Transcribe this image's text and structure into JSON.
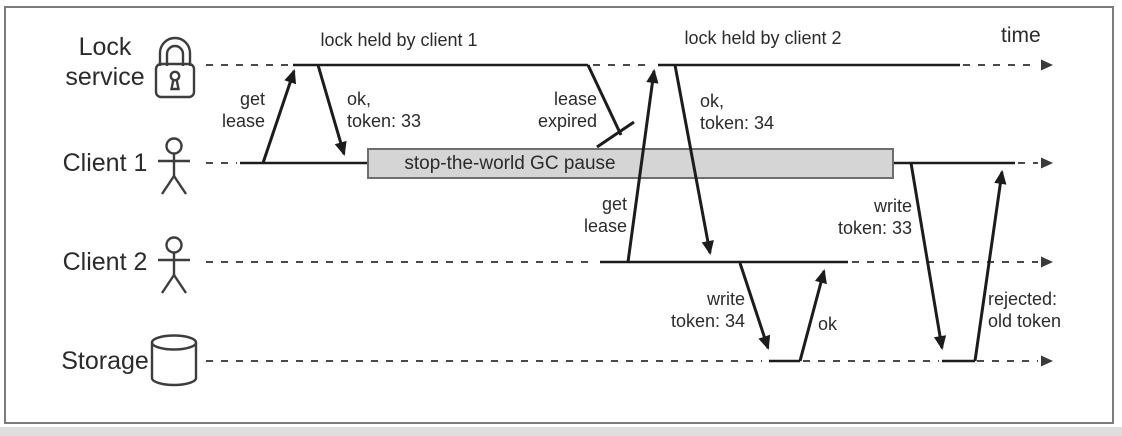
{
  "lanes": [
    {
      "label": "Lock\nservice",
      "icon": "padlock-icon"
    },
    {
      "label": "Client 1",
      "icon": "person-icon"
    },
    {
      "label": "Client 2",
      "icon": "person-icon"
    },
    {
      "label": "Storage",
      "icon": "database-icon"
    }
  ],
  "timeline": {
    "time_label": "time"
  },
  "events": {
    "lock_held_by_client_1": "lock held by client 1",
    "lock_held_by_client_2": "lock held by client 2",
    "get_lease_client1": "get\nlease",
    "ok_token_33": "ok,\ntoken: 33",
    "lease_expired": "lease\nexpired",
    "gc_pause": "stop-the-world GC pause",
    "get_lease_client2": "get\nlease",
    "ok_token_34": "ok,\ntoken: 34",
    "write_token_34": "write\ntoken: 34",
    "ok_ack": "ok",
    "write_token_33": "write\ntoken: 33",
    "rejected_old_token": "rejected:\nold token"
  },
  "colors": {
    "solid_line": "#1c1c1c",
    "dashed_line": "#4a4a4a",
    "text": "#2b2b2b",
    "gc_box_fill": "#d5d5d5",
    "gc_box_border": "#6e6e6e",
    "frame_border": "#7c7c7c",
    "background": "#ffffff"
  }
}
